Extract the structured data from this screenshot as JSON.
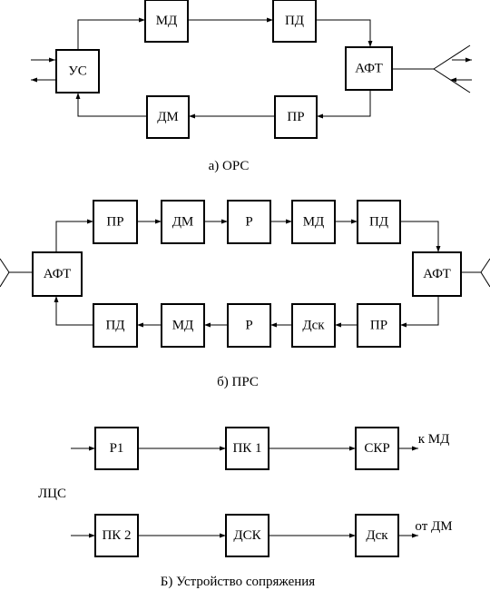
{
  "diagrams": {
    "a": {
      "caption": "а) ОРС",
      "blocks": {
        "us": "УС",
        "md": "МД",
        "pd": "ПД",
        "aft": "АФТ",
        "pr": "ПР",
        "dm": "ДМ"
      }
    },
    "b": {
      "caption": "б) ПРС",
      "blocks": {
        "aft_left": "АФТ",
        "pr_top": "ПР",
        "dm_top": "ДМ",
        "r_top": "Р",
        "md_top": "МД",
        "pd_top": "ПД",
        "aft_right": "АФТ",
        "pd_bottom": "ПД",
        "md_bottom": "МД",
        "r_bottom": "Р",
        "dsk_bottom": "Дск",
        "pr_bottom": "ПР"
      }
    },
    "c": {
      "caption": "Б) Устройство сопряжения",
      "side_label": "ЛЦС",
      "blocks": {
        "r1": "Р1",
        "pk1": "ПК 1",
        "skr": "СКР",
        "pk2": "ПК 2",
        "dsk": "ДСК",
        "dsk_small": "Дск"
      },
      "out_top": "к МД",
      "out_bottom": "от ДМ"
    }
  }
}
